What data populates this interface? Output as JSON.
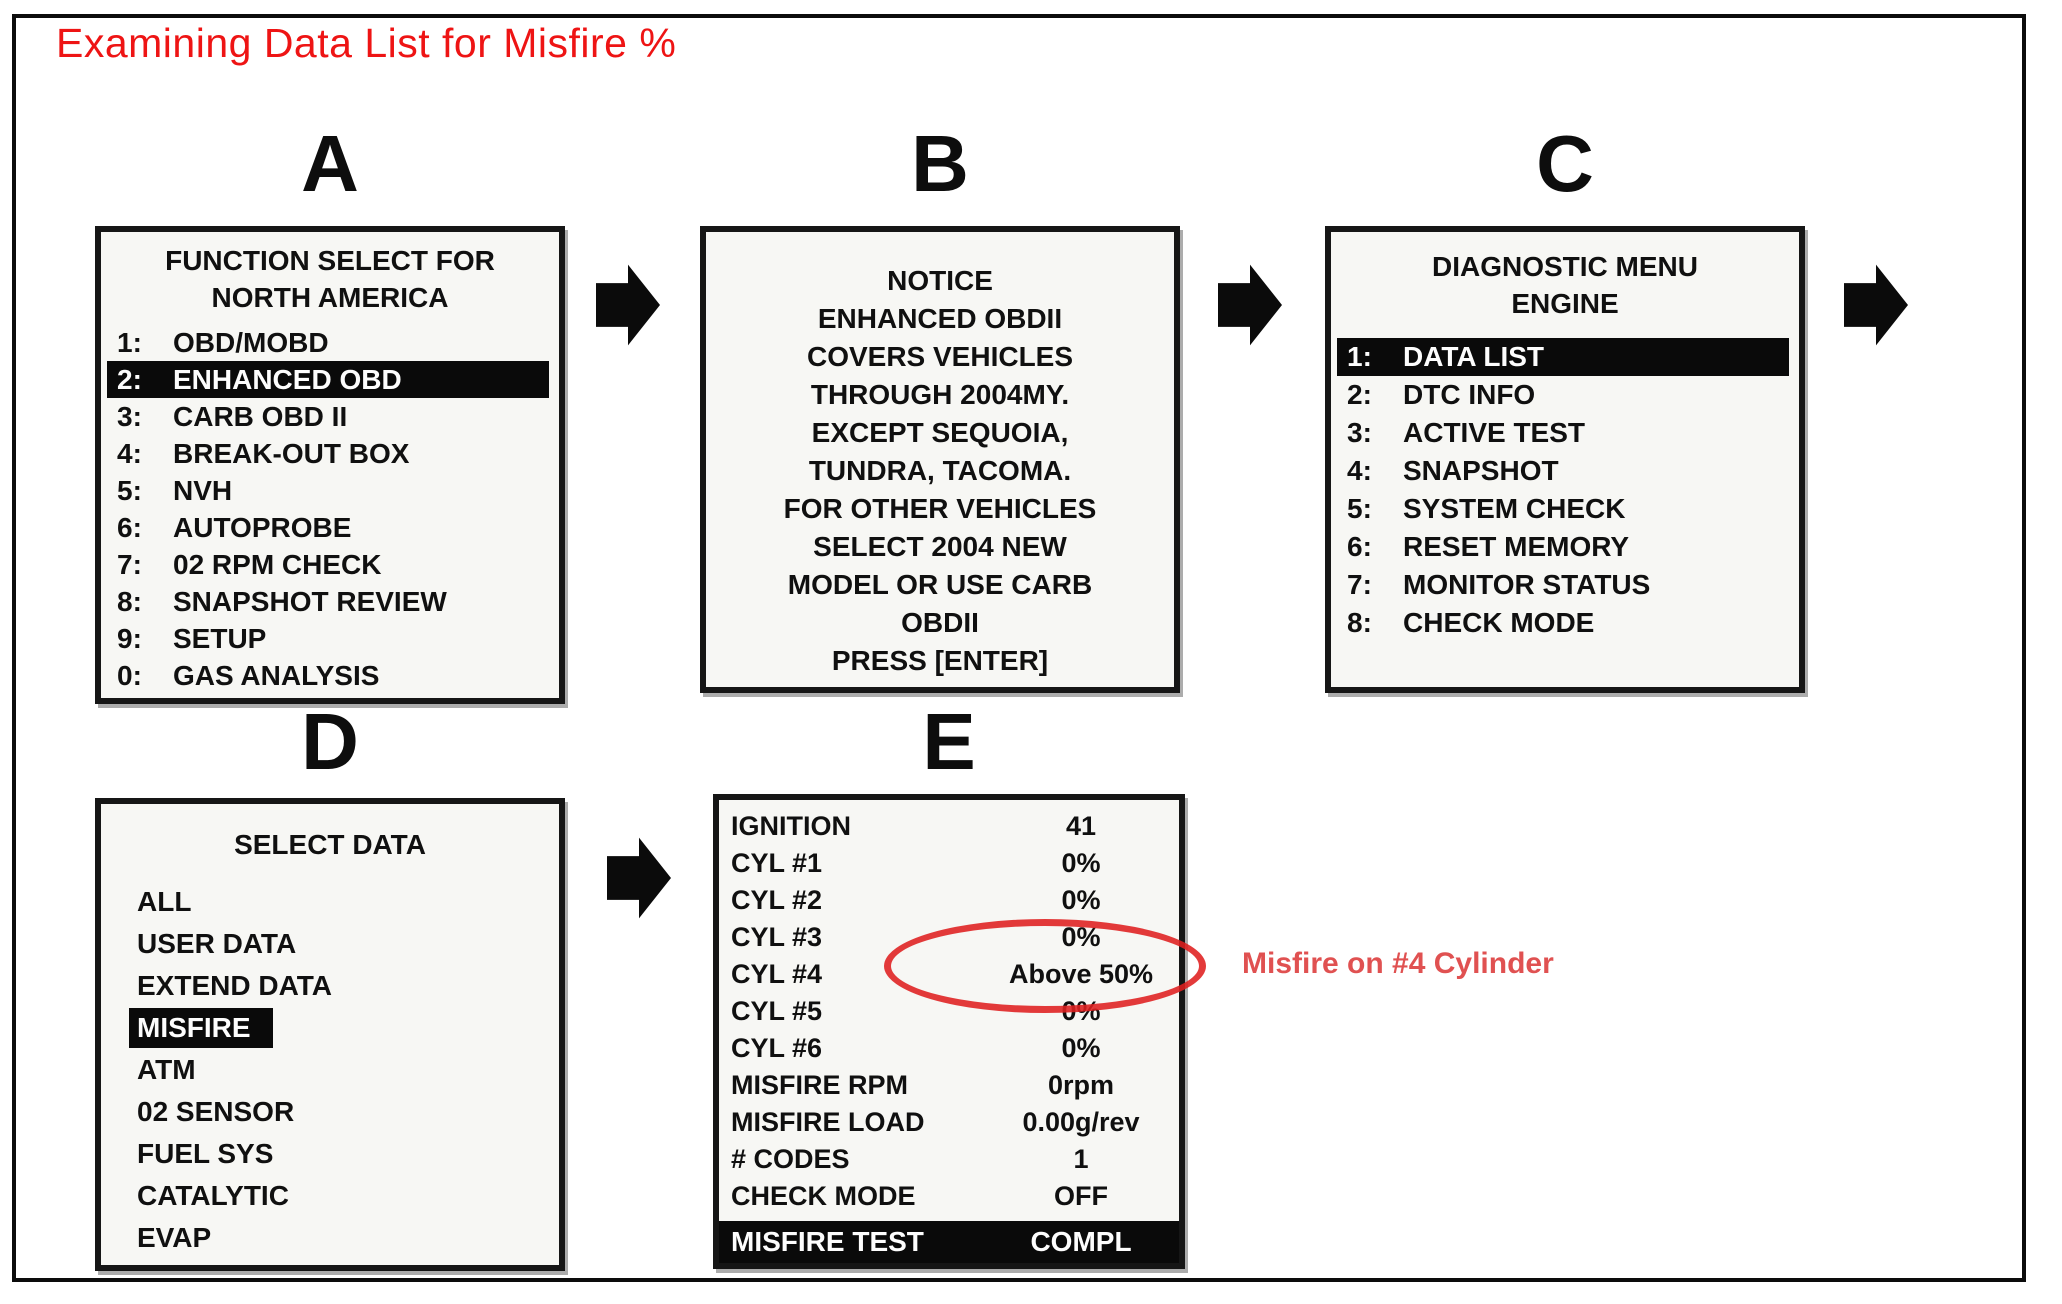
{
  "title": "Examining Data List for Misfire %",
  "colors": {
    "title_red": "#ee1414",
    "annotation_red": "#e05151",
    "ellipse_red": "#df1f1f",
    "screen_bg": "#f7f7f4",
    "highlight_bg": "#0a0a0a"
  },
  "panels": {
    "a": {
      "letter": "A",
      "header": [
        "FUNCTION SELECT FOR",
        "NORTH AMERICA"
      ],
      "items": [
        {
          "num": "1:",
          "label": "OBD/MOBD"
        },
        {
          "num": "2:",
          "label": "ENHANCED OBD",
          "selected": true
        },
        {
          "num": "3:",
          "label": "CARB OBD II"
        },
        {
          "num": "4:",
          "label": "BREAK-OUT BOX"
        },
        {
          "num": "5:",
          "label": "NVH"
        },
        {
          "num": "6:",
          "label": "AUTOPROBE"
        },
        {
          "num": "7:",
          "label": "02 RPM CHECK"
        },
        {
          "num": "8:",
          "label": "SNAPSHOT REVIEW"
        },
        {
          "num": "9:",
          "label": "SETUP"
        },
        {
          "num": "0:",
          "label": "GAS ANALYSIS"
        }
      ]
    },
    "b": {
      "letter": "B",
      "lines": [
        "NOTICE",
        "ENHANCED OBDII",
        "COVERS VEHICLES",
        "THROUGH 2004MY.",
        "EXCEPT SEQUOIA,",
        "TUNDRA, TACOMA.",
        "FOR OTHER VEHICLES",
        "SELECT 2004 NEW",
        "MODEL OR USE CARB",
        "OBDII",
        "PRESS [ENTER]"
      ]
    },
    "c": {
      "letter": "C",
      "header": [
        "DIAGNOSTIC MENU",
        "ENGINE"
      ],
      "items": [
        {
          "num": "1:",
          "label": "DATA LIST",
          "selected": true
        },
        {
          "num": "2:",
          "label": "DTC INFO"
        },
        {
          "num": "3:",
          "label": "ACTIVE TEST"
        },
        {
          "num": "4:",
          "label": "SNAPSHOT"
        },
        {
          "num": "5:",
          "label": "SYSTEM CHECK"
        },
        {
          "num": "6:",
          "label": "RESET MEMORY"
        },
        {
          "num": "7:",
          "label": "MONITOR STATUS"
        },
        {
          "num": "8:",
          "label": "CHECK MODE"
        }
      ]
    },
    "d": {
      "letter": "D",
      "header": "SELECT DATA",
      "items": [
        {
          "label": "ALL"
        },
        {
          "label": "USER DATA"
        },
        {
          "label": "EXTEND DATA"
        },
        {
          "label": "MISFIRE",
          "selected": true
        },
        {
          "label": "ATM"
        },
        {
          "label": "02 SENSOR"
        },
        {
          "label": "FUEL SYS"
        },
        {
          "label": "CATALYTIC"
        },
        {
          "label": "EVAP"
        }
      ]
    },
    "e": {
      "letter": "E",
      "rows": [
        {
          "label": "IGNITION",
          "value": "41"
        },
        {
          "label": "CYL #1",
          "value": "0%"
        },
        {
          "label": "CYL #2",
          "value": "0%"
        },
        {
          "label": "CYL #3",
          "value": "0%"
        },
        {
          "label": "CYL #4",
          "value": "Above 50%",
          "circled": true
        },
        {
          "label": "CYL #5",
          "value": "0%"
        },
        {
          "label": "CYL #6",
          "value": "0%"
        },
        {
          "label": "MISFIRE RPM",
          "value": "0rpm"
        },
        {
          "label": "MISFIRE LOAD",
          "value": "0.00g/rev"
        },
        {
          "label": "# CODES",
          "value": "1"
        },
        {
          "label": "CHECK MODE",
          "value": "OFF"
        }
      ],
      "footer": {
        "label": "MISFIRE TEST",
        "value": "COMPL"
      }
    }
  },
  "annotation": "Misfire on #4 Cylinder"
}
